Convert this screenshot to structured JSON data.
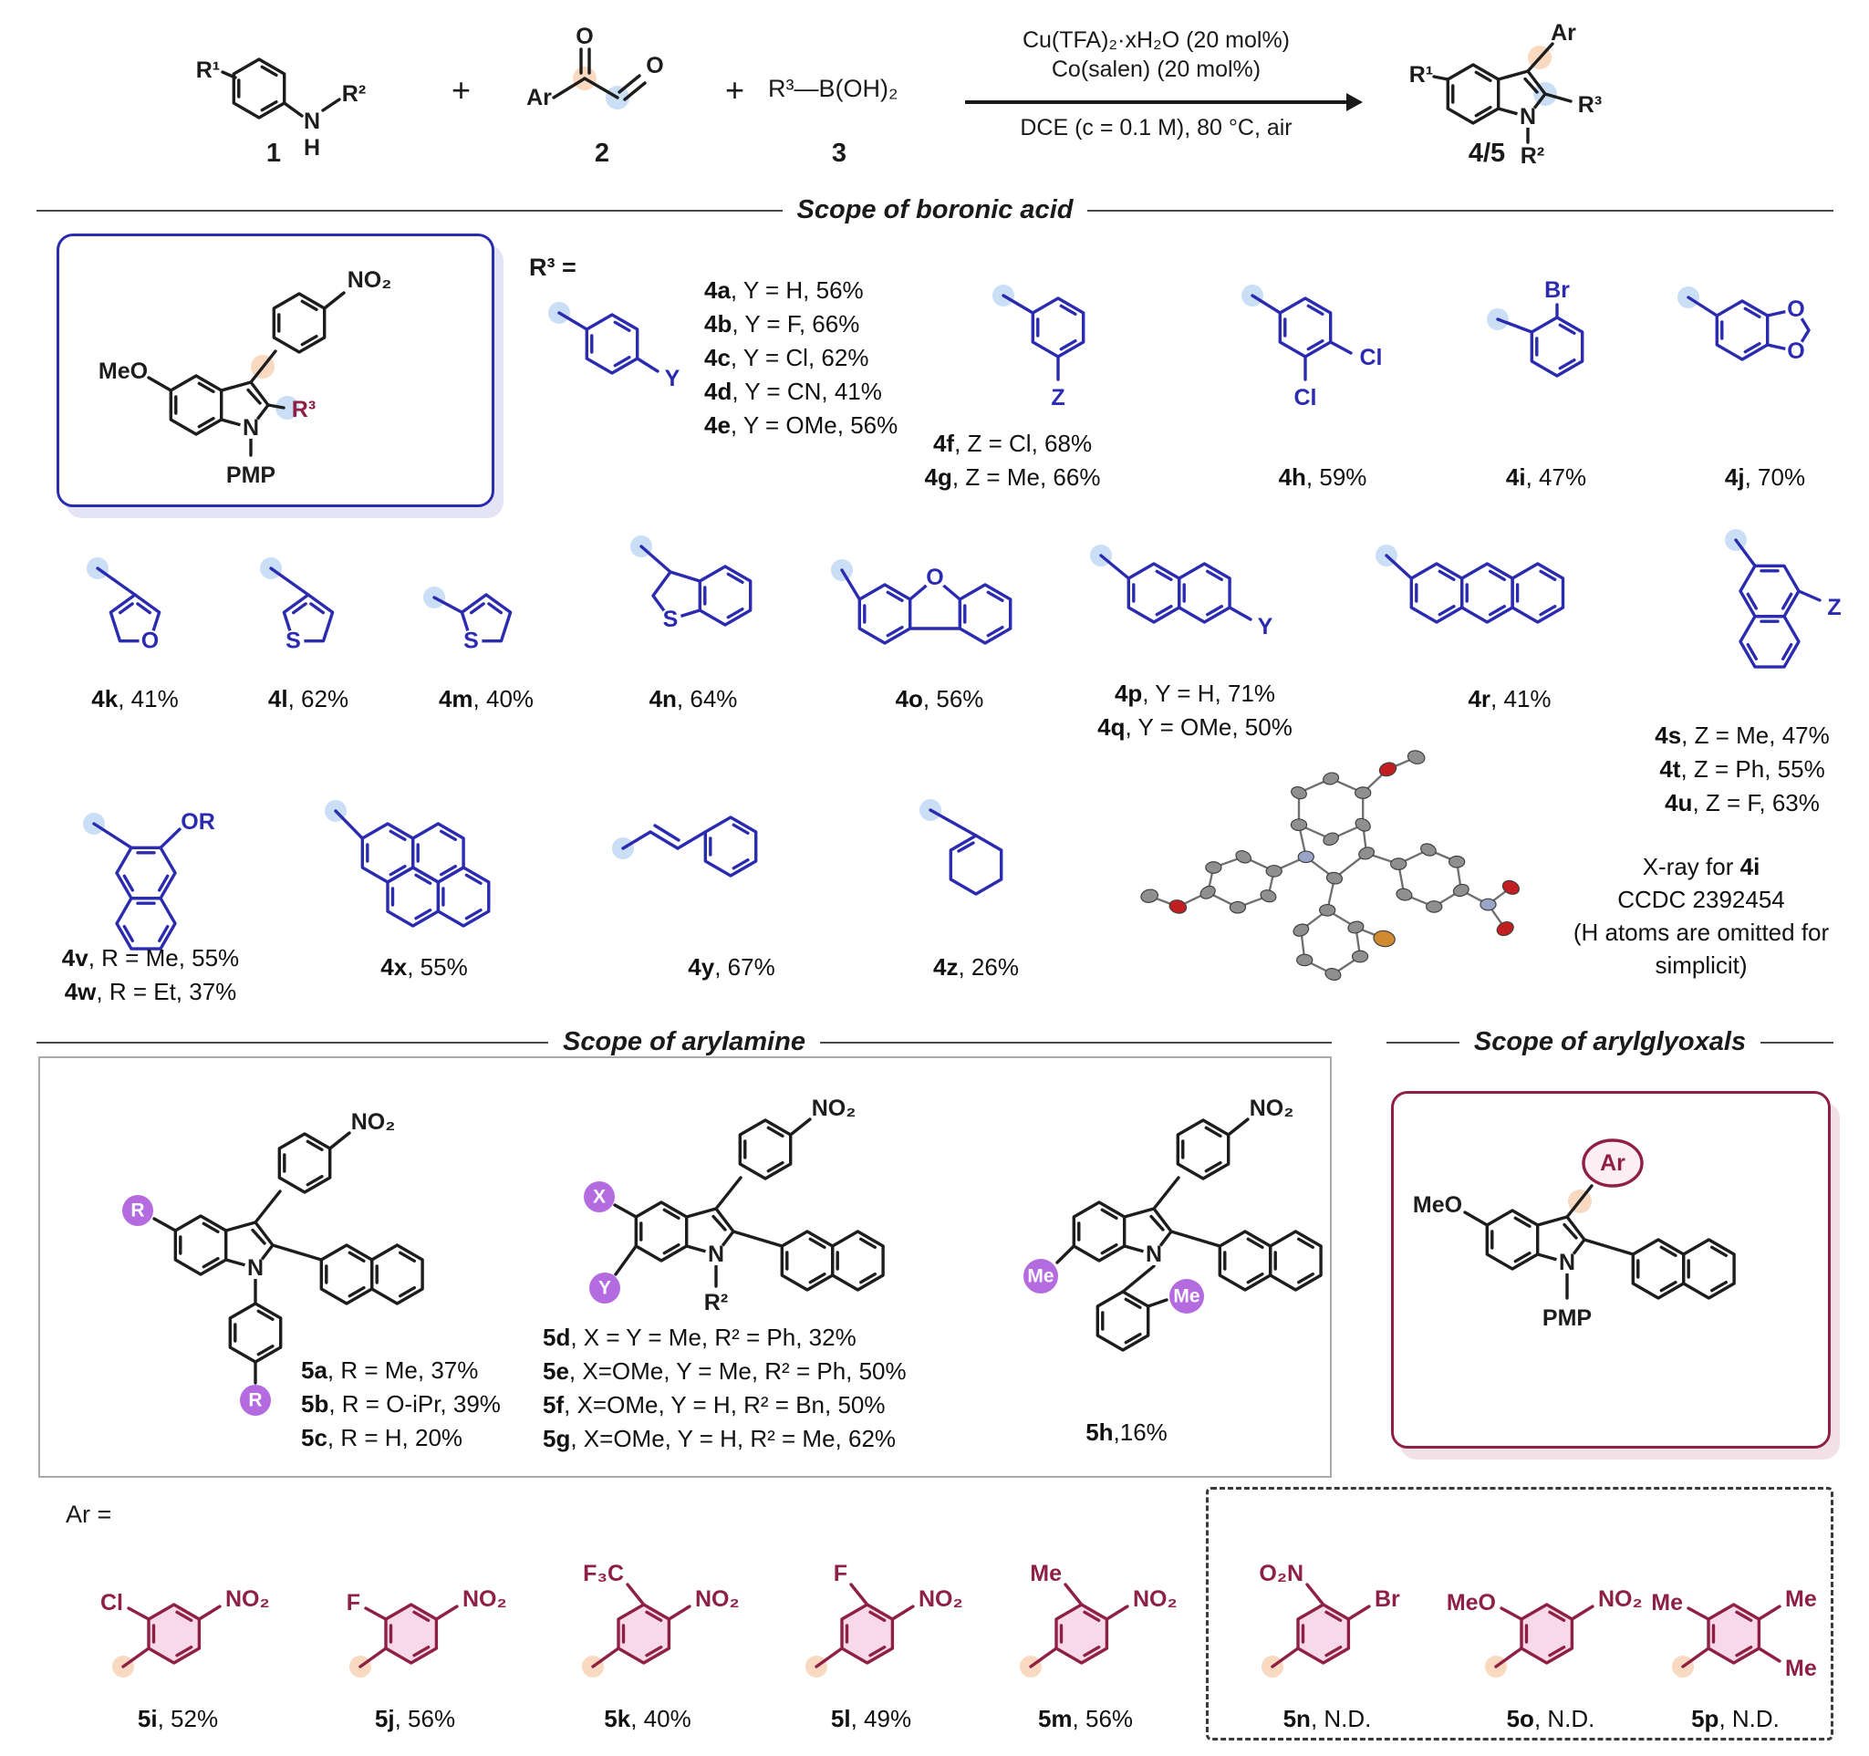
{
  "scheme": {
    "r1": "R¹",
    "r2": "R²",
    "n": "N",
    "h": "H",
    "ar": "Ar",
    "o1": "O",
    "o2": "O",
    "plus": "+",
    "reactant3": "R³—B(OH)₂",
    "num1": "1",
    "num2": "2",
    "num3": "3",
    "num45": "4/5",
    "cond1": "Cu(TFA)₂·xH₂O (20 mol%)",
    "cond2": "Co(salen) (20 mol%)",
    "cond3": "DCE (c = 0.1 M), 80 °C, air",
    "prod": {
      "r1": "R¹",
      "ar": "Ar",
      "r3": "R³",
      "n": "N",
      "r2": "R²"
    }
  },
  "sections": {
    "boronic": "Scope of boronic acid",
    "arylamine": "Scope of arylamine",
    "glyoxal": "Scope of  arylglyoxals"
  },
  "blue_box": {
    "meo": "MeO",
    "no2": "NO₂",
    "n": "N",
    "r3": "R³",
    "pmp": "PMP"
  },
  "r3_eq": "R³ =",
  "ar_eq": "Ar =",
  "boronic": {
    "ae": {
      "y": "Y",
      "lines": [
        {
          "b": "4a",
          "t": ", Y = H, 56%"
        },
        {
          "b": "4b",
          "t": ", Y = F, 66%"
        },
        {
          "b": "4c",
          "t": ", Y = Cl, 62%"
        },
        {
          "b": "4d",
          "t": ", Y = CN, 41%"
        },
        {
          "b": "4e",
          "t": ", Y = OMe, 56%"
        }
      ]
    },
    "fg": {
      "z": "Z",
      "lines": [
        {
          "b": "4f",
          "t": ", Z = Cl, 68%"
        },
        {
          "b": "4g",
          "t": ", Z = Me, 66%"
        }
      ]
    },
    "h4": {
      "cl1": "Cl",
      "cl2": "Cl",
      "b": "4h",
      "t": ", 59%"
    },
    "i4": {
      "br": "Br",
      "b": "4i",
      "t": ", 47%"
    },
    "j4": {
      "o1": "O",
      "o2": "O",
      "b": "4j",
      "t": ", 70%"
    },
    "k4": {
      "o": "O",
      "b": "4k",
      "t": ", 41%"
    },
    "l4": {
      "s": "S",
      "b": "4l",
      "t": ", 62%"
    },
    "m4": {
      "s": "S",
      "b": "4m",
      "t": ", 40%"
    },
    "n4": {
      "s": "S",
      "b": "4n",
      "t": ", 64%"
    },
    "o4": {
      "o": "O",
      "b": "4o",
      "t": ", 56%"
    },
    "pq": {
      "y": "Y",
      "lines": [
        {
          "b": "4p",
          "t": ", Y = H, 71%"
        },
        {
          "b": "4q",
          "t": ", Y = OMe, 50%"
        }
      ]
    },
    "r4": {
      "b": "4r",
      "t": ", 41%"
    },
    "stu": {
      "z": "Z",
      "lines": [
        {
          "b": "4s",
          "t": ", Z = Me, 47%"
        },
        {
          "b": "4t",
          "t": ", Z = Ph, 55%"
        },
        {
          "b": "4u",
          "t": ", Z = F, 63%"
        }
      ]
    },
    "vw": {
      "or": "OR",
      "lines": [
        {
          "b": "4v",
          "t": ", R = Me, 55%"
        },
        {
          "b": "4w",
          "t": ", R = Et, 37%"
        }
      ]
    },
    "x4": {
      "b": "4x",
      "t": ", 55%"
    },
    "y4": {
      "b": "4y",
      "t": ", 67%"
    },
    "z4": {
      "b": "4z",
      "t": ", 26%"
    }
  },
  "xray": {
    "pre": "X-ray for ",
    "id": "4i",
    "l2": "CCDC 2392454",
    "l3": "(H atoms are  omitted for",
    "l4": "simplicit)"
  },
  "arylamine": {
    "abc": {
      "no2": "NO₂",
      "r_top": "R",
      "r_bottom": "R",
      "n": "N",
      "lines": [
        {
          "b": "5a",
          "t": ", R = Me, 37%"
        },
        {
          "b": "5b",
          "t": ", R = O-iPr, 39%"
        },
        {
          "b": "5c",
          "t": ", R = H, 20%"
        }
      ]
    },
    "defg": {
      "no2": "NO₂",
      "x": "X",
      "y": "Y",
      "r2": "R²",
      "n": "N",
      "lines": [
        {
          "b": "5d",
          "t": ", X = Y = Me, R² = Ph, 32%"
        },
        {
          "b": "5e",
          "t": ", X=OMe, Y = Me, R² = Ph, 50%"
        },
        {
          "b": "5f",
          "t": ", X=OMe, Y = H, R² = Bn, 50%"
        },
        {
          "b": "5g",
          "t": ", X=OMe, Y = H, R² = Me, 62%"
        }
      ]
    },
    "h5": {
      "no2": "NO₂",
      "me1": "Me",
      "me2": "Me",
      "n": "N",
      "b": "5h",
      "t": ",16%"
    }
  },
  "glyoxal_box": {
    "meo": "MeO",
    "ar": "Ar",
    "n": "N",
    "pmp": "PMP"
  },
  "aryls": [
    {
      "b": "5i",
      "t": ", 52%",
      "s1": "Cl",
      "s2": "NO₂"
    },
    {
      "b": "5j",
      "t": ", 56%",
      "s1": "F",
      "s2": "NO₂"
    },
    {
      "b": "5k",
      "t": ", 40%",
      "s1": "F₃C",
      "s2": "NO₂"
    },
    {
      "b": "5l",
      "t": ", 49%",
      "s1": "F",
      "s2": "NO₂"
    },
    {
      "b": "5m",
      "t": ", 56%",
      "s1": "Me",
      "s2": "NO₂"
    },
    {
      "b": "5n",
      "t": ", N.D.",
      "s1": "O₂N",
      "s2": "Br"
    },
    {
      "b": "5o",
      "t": ", N.D.",
      "s1": "MeO",
      "s2": "NO₂"
    },
    {
      "b": "5p",
      "t": ", N.D.",
      "s1": "Me",
      "s2": "Me",
      "s3": "Me"
    }
  ]
}
